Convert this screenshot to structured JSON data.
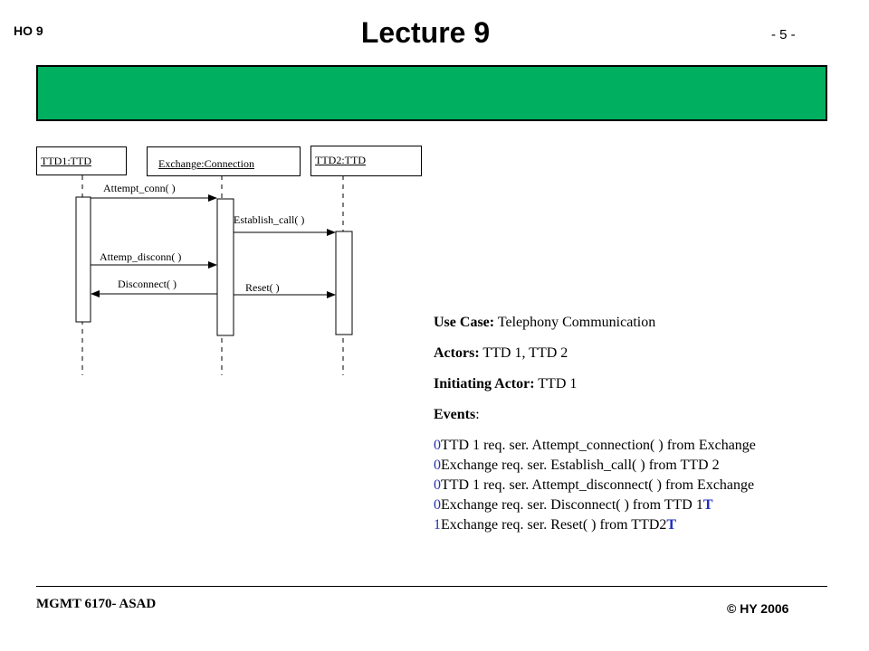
{
  "header": {
    "ho": "HO  9",
    "title": "Lecture  9",
    "page": "- 5 -"
  },
  "diagram": {
    "objects": [
      {
        "label": "TTD1:TTD"
      },
      {
        "label": "Exchange:Connection"
      },
      {
        "label": "TTD2:TTD"
      }
    ],
    "messages": [
      {
        "label": "Attempt_conn( )"
      },
      {
        "label": "Establish_call( )"
      },
      {
        "label": "Attemp_disconn( )"
      },
      {
        "label": "Disconnect( )"
      },
      {
        "label": "Reset( )"
      }
    ]
  },
  "use_case": {
    "use_case_label": "Use Case:",
    "use_case_value": "Telephony Communication",
    "actors_label": "Actors:",
    "actors_value": "TTD 1, TTD 2",
    "initiating_label": "Initiating Actor:",
    "initiating_value": "TTD 1",
    "events_label": "Events",
    "events_colon": ":",
    "events": [
      {
        "prefix": "0",
        "text": "TTD 1 req. ser. Attempt_connection( ) from Exchange",
        "suffix": ""
      },
      {
        "prefix": "0",
        "text": "Exchange req. ser. Establish_call( ) from TTD 2",
        "suffix": ""
      },
      {
        "prefix": "0",
        "text": "TTD 1 req. ser. Attempt_disconnect( ) from Exchange",
        "suffix": ""
      },
      {
        "prefix": "0",
        "text": "Exchange req. ser. Disconnect( ) from TTD 1",
        "suffix": "T"
      },
      {
        "prefix": "1",
        "text": "Exchange  req. ser. Reset( ) from TTD2",
        "suffix": "T"
      }
    ]
  },
  "footer": {
    "course": "MGMT 6170- ASAD",
    "copyright": "© HY  2006"
  },
  "colors": {
    "banner": "#00b060",
    "accent_blue": "#1f2dbf"
  }
}
